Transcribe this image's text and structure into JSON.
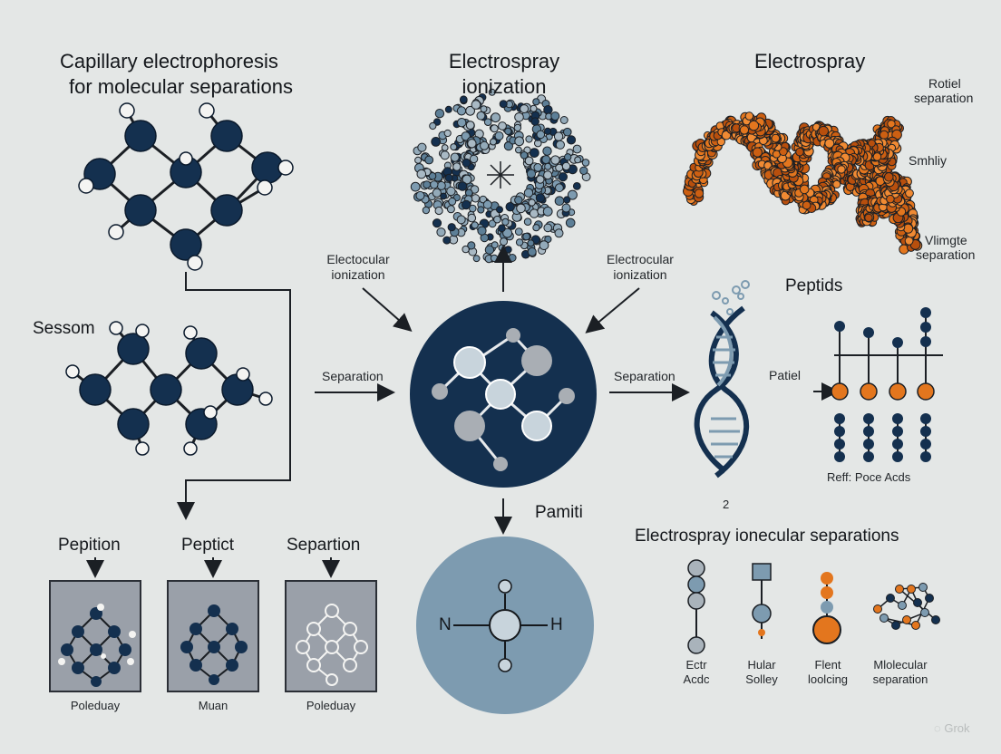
{
  "labels": {
    "capillary_title_line1": "Capillary electrophoresis",
    "capillary_title_line2": "for molecular separations",
    "electrospray_ionization_line1": "Electrospray",
    "electrospray_ionization_line2": "ionization",
    "electrospray_top_right": "Electrospray",
    "rotiel_line1": "Rotiel",
    "rotiel_line2": "separation",
    "smhiy": "Smhliy",
    "vlimgte_line1": "Vlimgte",
    "vlimgte_line2": "separation",
    "sessom": "Sessom",
    "electocular_line1": "Electocular",
    "electocular_line2": "ionization",
    "electrocular_line1": "Electrocular",
    "electrocular_line2": "ionization",
    "separation_left": "Separation",
    "separation_right": "Separation",
    "peptids": "Peptids",
    "patiel": "Patiel",
    "reff": "Reff: Poce Acds",
    "dna_number": "2",
    "pamiti": "Pamiti",
    "n_label": "N",
    "h_label": "H",
    "pepition": "Pepition",
    "peptict": "Peptict",
    "separtion": "Separtion",
    "poleduay_1": "Poleduay",
    "muan": "Muan",
    "poleduay_2": "Poleduay",
    "electrospray_ionecular": "Electrospray ionecular separations",
    "ectr_line1": "Ectr",
    "ectr_line2": "Acdc",
    "hular_line1": "Hular",
    "hular_line2": "Solley",
    "flent_line1": "Flent",
    "flent_line2": "loolcing",
    "molecular_line1": "Mlolecular",
    "molecular_line2": "separation",
    "watermark": "Grok"
  },
  "colors": {
    "background": "#e4e7e6",
    "navy": "#14304f",
    "orange": "#e3761e",
    "slate_blue": "#7d9bb0",
    "grey_atom": "#9aa4ae",
    "panel_grey": "#9aa0a9"
  }
}
